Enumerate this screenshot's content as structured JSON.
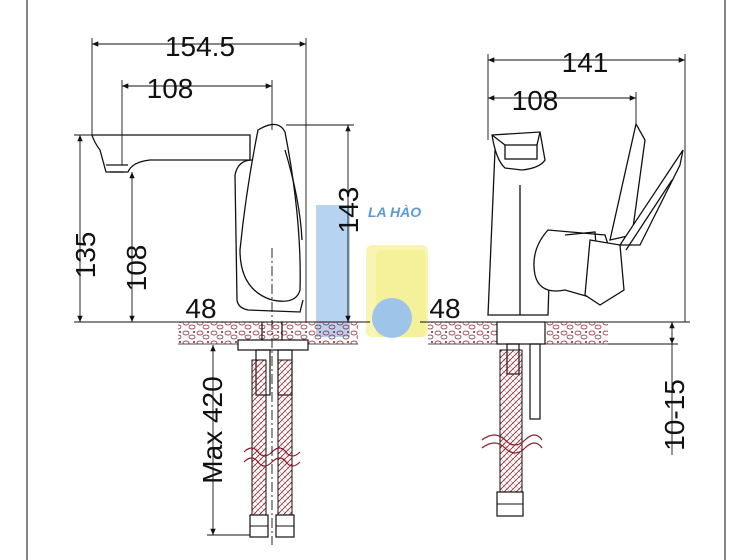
{
  "drawing": {
    "left_view": {
      "overall_width": "154.5",
      "spout_reach": "108",
      "height_total": "135",
      "spout_height": "108",
      "handle_height": "143",
      "base_diameter": "48",
      "hose_length": "Max 420"
    },
    "right_view": {
      "overall_width": "141",
      "spout_reach": "108",
      "base_diameter": "48",
      "deck_thickness": "10-15"
    }
  },
  "watermark": {
    "text": "LA HÀO",
    "colors": {
      "blue": "#a9cbee",
      "yellow": "#f6f29a",
      "text": "#5b9bd5"
    }
  },
  "colors": {
    "line": "#111111",
    "hose": "#8b1d2a"
  }
}
